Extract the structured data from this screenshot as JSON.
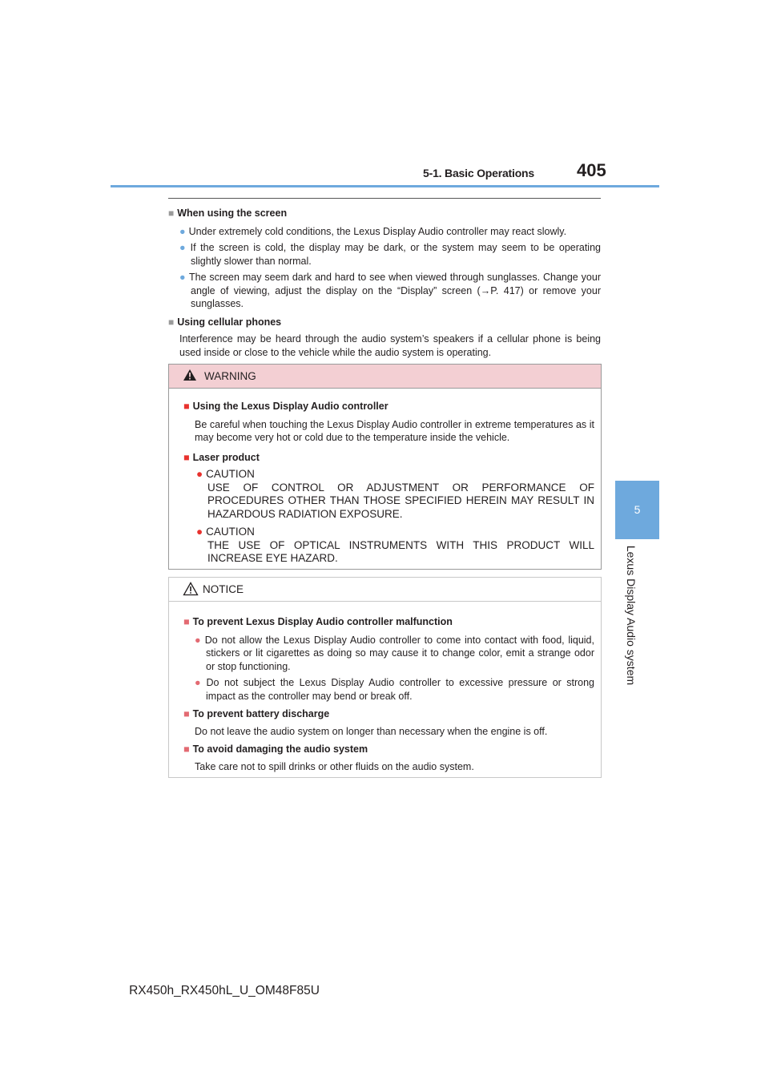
{
  "header": {
    "section": "5-1. Basic Operations",
    "page_number": "405"
  },
  "side_tab": {
    "number": "5",
    "title": "Lexus Display Audio system"
  },
  "intro": {
    "screen_heading": "When using the screen",
    "screen_bullets": [
      "Under extremely cold conditions, the Lexus Display Audio controller may react slowly.",
      "If the screen is cold, the display may be dark, or the system may seem to be operating slightly slower than normal.",
      "The screen may seem dark and hard to see when viewed through sunglasses. Change your angle of viewing, adjust the display on the “Display” screen (→P. 417) or remove your sunglasses."
    ],
    "phones_heading": "Using cellular phones",
    "phones_text": "Interference may be heard through the audio system’s speakers if a cellular phone is being used inside or close to the vehicle while the audio system is operating."
  },
  "warning": {
    "label": "WARNING",
    "controller_heading": "Using the Lexus Display Audio controller",
    "controller_text": "Be careful when touching the Lexus Display Audio controller in extreme temperatures as it may become very hot or cold due to the temperature inside the vehicle.",
    "laser_heading": "Laser product",
    "caution1_title": "CAUTION",
    "caution1_text": "USE OF CONTROL OR ADJUSTMENT OR PERFORMANCE OF PROCEDURES OTHER THAN THOSE SPECIFIED HEREIN MAY RESULT IN HAZARDOUS RADIATION EXPOSURE.",
    "caution2_title": "CAUTION",
    "caution2_text": "THE USE OF OPTICAL INSTRUMENTS WITH THIS PRODUCT WILL INCREASE EYE HAZARD."
  },
  "notice": {
    "label": "NOTICE",
    "malfunction_heading": "To prevent Lexus Display Audio controller malfunction",
    "malfunction_bullets": [
      "Do not allow the Lexus Display Audio controller to come into contact with food, liquid, stickers or lit cigarettes as doing so may cause it to change color, emit a strange odor or stop functioning.",
      "Do not subject the Lexus Display Audio controller to excessive pressure or strong impact as the controller may bend or break off."
    ],
    "battery_heading": "To prevent battery discharge",
    "battery_text": "Do not leave the audio system on longer than necessary when the engine is off.",
    "damage_heading": "To avoid damaging the audio system",
    "damage_text": "Take care not to spill drinks or other fluids on the audio system."
  },
  "footer": {
    "model_code": "RX450h_RX450hL_U_OM48F85U"
  },
  "colors": {
    "accent_blue": "#6ea9dd",
    "warning_bg": "#f3cfd3",
    "warning_red": "#e8322e",
    "notice_pink": "#e36a72"
  }
}
